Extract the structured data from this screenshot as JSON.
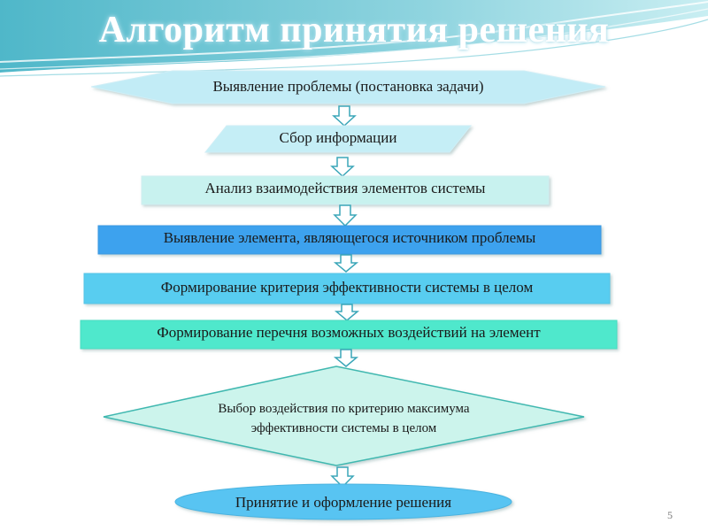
{
  "slide": {
    "title": "Алгоритм принятия решения",
    "page_number": "5"
  },
  "steps": {
    "s1": "Выявление проблемы (постановка задачи)",
    "s2": "Сбор информации",
    "s3": "Анализ взаимодействия элементов системы",
    "s4": "Выявление элемента, являющегося источником проблемы",
    "s5": "Формирование критерия эффективности системы в целом",
    "s6": "Формирование перечня возможных воздействий на элемент",
    "s7_line1": "Выбор воздействия по критерию максимума",
    "s7_line2": "эффективности системы в целом",
    "s8": "Принятие и оформление решения"
  },
  "colors": {
    "hexagon": "#c2ecf6",
    "parallelogram": "#c5eef6",
    "light_rect": "#c8f2ef",
    "blue_rect": "#3ea2ee",
    "mid_rect": "#58cdf0",
    "teal_rect": "#4fe8cc",
    "diamond": "#ccf4ec",
    "ellipse": "#58c4f2",
    "arrow": "#ffffff",
    "arrow_stroke": "#3aa6b8"
  }
}
